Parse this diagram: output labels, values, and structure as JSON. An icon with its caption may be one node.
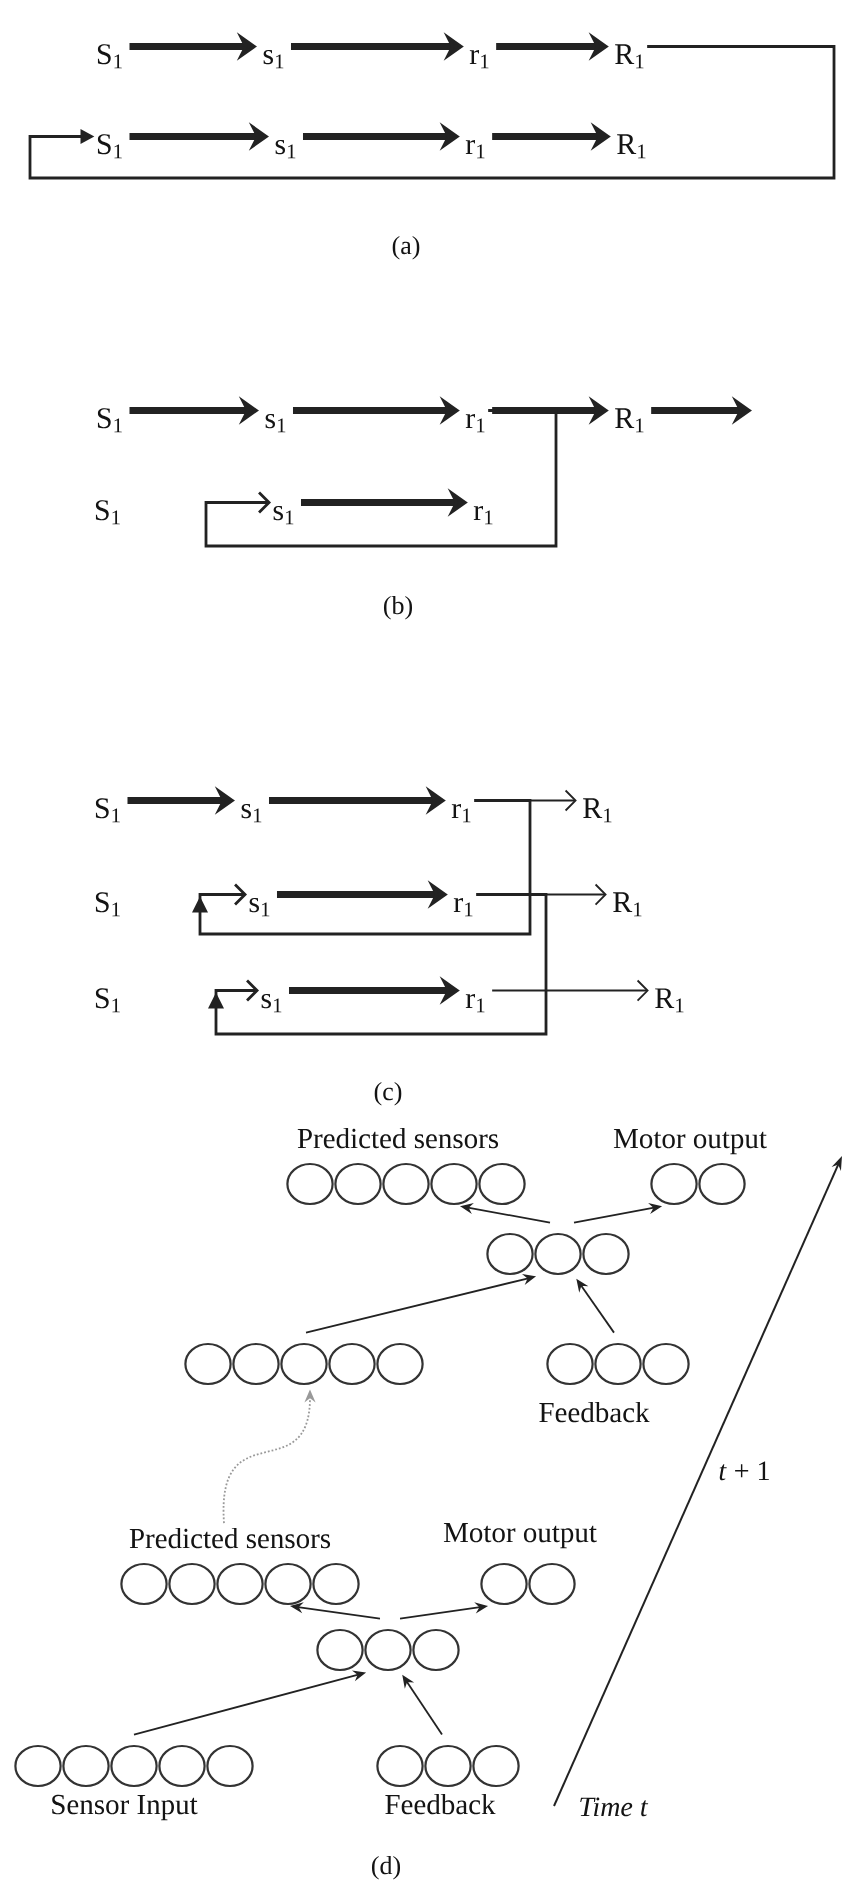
{
  "diagram": {
    "nodes": [
      {
        "text": [
          "S$_{1}$"
        ]
      },
      {
        "text": [
          "s$_{1}$"
        ]
      },
      {
        "text": [
          "r$_{1}$"
        ]
      },
      {
        "text": [
          "R$_{1}$"
        ]
      },
      {
        "text": [
          "S$_{1}$"
        ]
      },
      {
        "text": [
          "s$_{1}$"
        ]
      },
      {
        "text": [
          "r$_{1}$"
        ]
      },
      {
        "text": [
          "R$_{1}$"
        ]
      },
      {
        "text": [
          "S$_{1}$"
        ]
      },
      {
        "text": [
          "s$_{1}$"
        ]
      },
      {
        "text": [
          "r$_{1}$"
        ]
      },
      {
        "text": [
          "R$_{1}$"
        ]
      },
      {
        "text": [
          "S$_{1}$"
        ]
      },
      {
        "text": [
          "s$_{1}$"
        ]
      },
      {
        "text": [
          "r$_{1}$"
        ]
      },
      {
        "text": [
          "S$_{1}$"
        ]
      },
      {
        "text": [
          "s$_{1}$"
        ]
      },
      {
        "text": [
          "r$_{1}$"
        ]
      },
      {
        "text": [
          "R$_{1}$"
        ]
      },
      {
        "text": [
          "S$_{1}$"
        ]
      },
      {
        "text": [
          "s$_{1}$"
        ]
      },
      {
        "text": [
          "r$_{1}$"
        ]
      },
      {
        "text": [
          "R$_{1}$"
        ]
      },
      {
        "text": [
          "S$_{1}$"
        ]
      },
      {
        "text": [
          "s$_{1}$"
        ]
      },
      {
        "text": [
          "r$_{1}$"
        ]
      },
      {
        "text": [
          "R$_{1}$"
        ]
      },
      {
        "text": [
          "Predicted sensors"
        ]
      },
      {
        "text": [
          "Motor output"
        ]
      },
      {
        "text": [],
        "shape": "circle"
      },
      {
        "text": [],
        "shape": "circle"
      },
      {
        "text": [
          "Feedback"
        ]
      },
      {
        "text": [
          "Predicted sensors"
        ]
      },
      {
        "text": [
          "Motor output"
        ]
      },
      {
        "text": [],
        "shape": "circle"
      },
      {
        "text": [
          "Sensor Input"
        ]
      },
      {
        "text": [
          "Feedback"
        ]
      }
    ],
    "edges": [
      {
        "from": 0,
        "to": 1,
        "arrow": "to",
        "style": "thick"
      },
      {
        "from": 1,
        "to": 2,
        "arrow": "to",
        "style": "thick"
      },
      {
        "from": 2,
        "to": 3,
        "arrow": "to",
        "style": "thick"
      },
      {
        "from": 4,
        "to": 5,
        "arrow": "to",
        "style": "thick"
      },
      {
        "from": 5,
        "to": 6,
        "arrow": "to",
        "style": "thick"
      },
      {
        "from": 6,
        "to": 7,
        "arrow": "to",
        "style": "thick"
      },
      {
        "from": 3,
        "to": 4,
        "arrow": "to"
      },
      {
        "from": 8,
        "to": 9,
        "arrow": "to",
        "style": "thick"
      },
      {
        "from": 9,
        "to": 10,
        "arrow": "to",
        "style": "thick"
      },
      {
        "from": 10,
        "to": 11,
        "arrow": "to",
        "style": "thick"
      },
      {
        "from": 11,
        "to": null,
        "arrow": "to",
        "style": "thick"
      },
      {
        "from": 13,
        "to": 14,
        "arrow": "to",
        "style": "thick"
      },
      {
        "from": 10,
        "to": 13,
        "arrow": "to"
      },
      {
        "from": 15,
        "to": 16,
        "arrow": "to",
        "style": "thick"
      },
      {
        "from": 16,
        "to": 17,
        "arrow": "to",
        "style": "thick"
      },
      {
        "from": 17,
        "to": 18,
        "arrow": "to"
      },
      {
        "from": 20,
        "to": 21,
        "arrow": "to",
        "style": "thick"
      },
      {
        "from": 21,
        "to": 22,
        "arrow": "to"
      },
      {
        "from": 24,
        "to": 25,
        "arrow": "to",
        "style": "thick"
      },
      {
        "from": 25,
        "to": 26,
        "arrow": "to"
      },
      {
        "from": 17,
        "to": 20,
        "arrow": "to"
      },
      {
        "from": 21,
        "to": 24,
        "arrow": "to"
      },
      {
        "from": 29,
        "to": 27,
        "arrow": "to"
      },
      {
        "from": 29,
        "to": 28,
        "arrow": "to"
      },
      {
        "from": 30,
        "to": 29,
        "arrow": "to"
      },
      {
        "from": 31,
        "to": 29,
        "arrow": "to"
      },
      {
        "from": 32,
        "to": 30,
        "arrow": "to",
        "style": "dashed",
        "color": "#999999"
      },
      {
        "from": 34,
        "to": 32,
        "arrow": "to"
      },
      {
        "from": 34,
        "to": 33,
        "arrow": "to"
      },
      {
        "from": 35,
        "to": 34,
        "arrow": "to"
      },
      {
        "from": 36,
        "to": 34,
        "arrow": "to"
      }
    ],
    "labels": [
      "(a)",
      "(b)",
      "(c)",
      "*t* + 1",
      "Time t",
      "(d)"
    ]
  }
}
